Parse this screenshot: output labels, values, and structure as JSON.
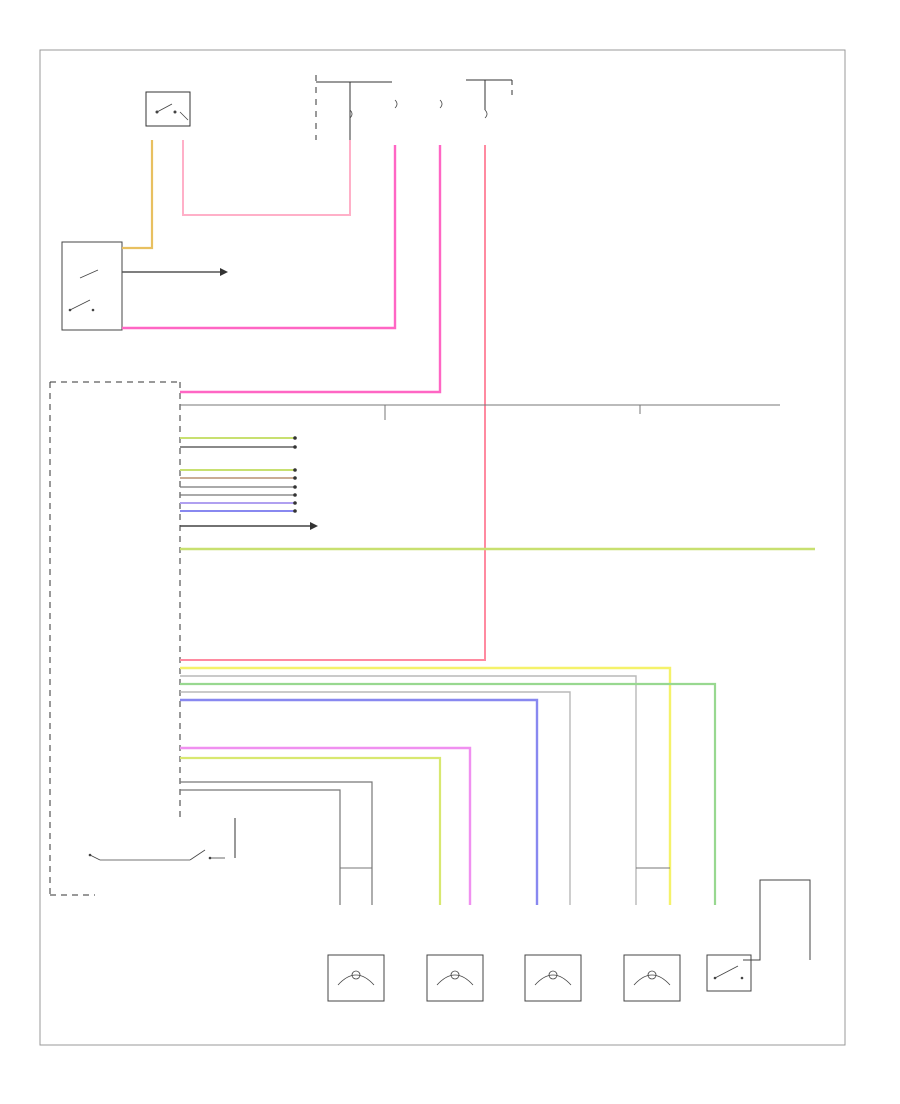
{
  "diagram": {
    "page_label": "",
    "colors": {
      "pink": "#ff66c4",
      "pink_light": "#ffb0c8",
      "red_pink": "#ff8aa0",
      "yellow": "#f5f26a",
      "orange_tan": "#e8c060",
      "green": "#98d890",
      "green_yellow": "#c8e070",
      "blue": "#8888f0",
      "gray": "#b8b8b8",
      "dark": "#444444",
      "brown": "#b89070",
      "magenta": "#f090f0",
      "violet": "#b0a0f0"
    },
    "components": [
      {
        "id": "top_fuse_block_left",
        "label": ""
      },
      {
        "id": "top_fuse_block_center",
        "label": ""
      },
      {
        "id": "top_fuse_block_right",
        "label": ""
      },
      {
        "id": "brake_switch",
        "label": ""
      },
      {
        "id": "ecm_module",
        "label": ""
      },
      {
        "id": "wheel_sensor_lf",
        "label": ""
      },
      {
        "id": "wheel_sensor_rf",
        "label": ""
      },
      {
        "id": "wheel_sensor_lr",
        "label": ""
      },
      {
        "id": "wheel_sensor_rr",
        "label": ""
      },
      {
        "id": "brake_fluid_switch",
        "label": ""
      },
      {
        "id": "ground_ref",
        "label": ""
      }
    ]
  }
}
